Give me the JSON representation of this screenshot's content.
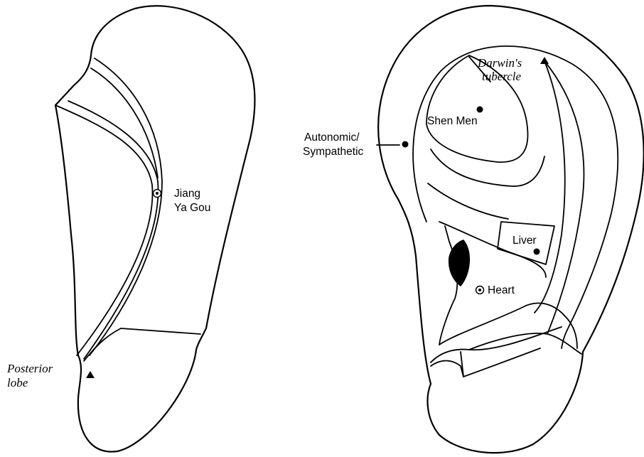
{
  "posterior_view": {
    "points": [
      {
        "lines": [
          "Jiang",
          "Ya Gou"
        ],
        "marker": "circled-dot"
      },
      {
        "lines": [
          "Posterior",
          "lobe"
        ],
        "marker": "triangle"
      }
    ]
  },
  "anterior_view": {
    "points": [
      {
        "lines": [
          "Darwin's",
          "tubercle"
        ],
        "marker": "triangle"
      },
      {
        "lines": [
          "Shen Men"
        ],
        "marker": "dot"
      },
      {
        "lines": [
          "Autonomic/",
          "Sympathetic"
        ],
        "marker": "dot"
      },
      {
        "lines": [
          "Liver"
        ],
        "marker": "dot"
      },
      {
        "lines": [
          "Heart"
        ],
        "marker": "circled-dot"
      }
    ]
  }
}
